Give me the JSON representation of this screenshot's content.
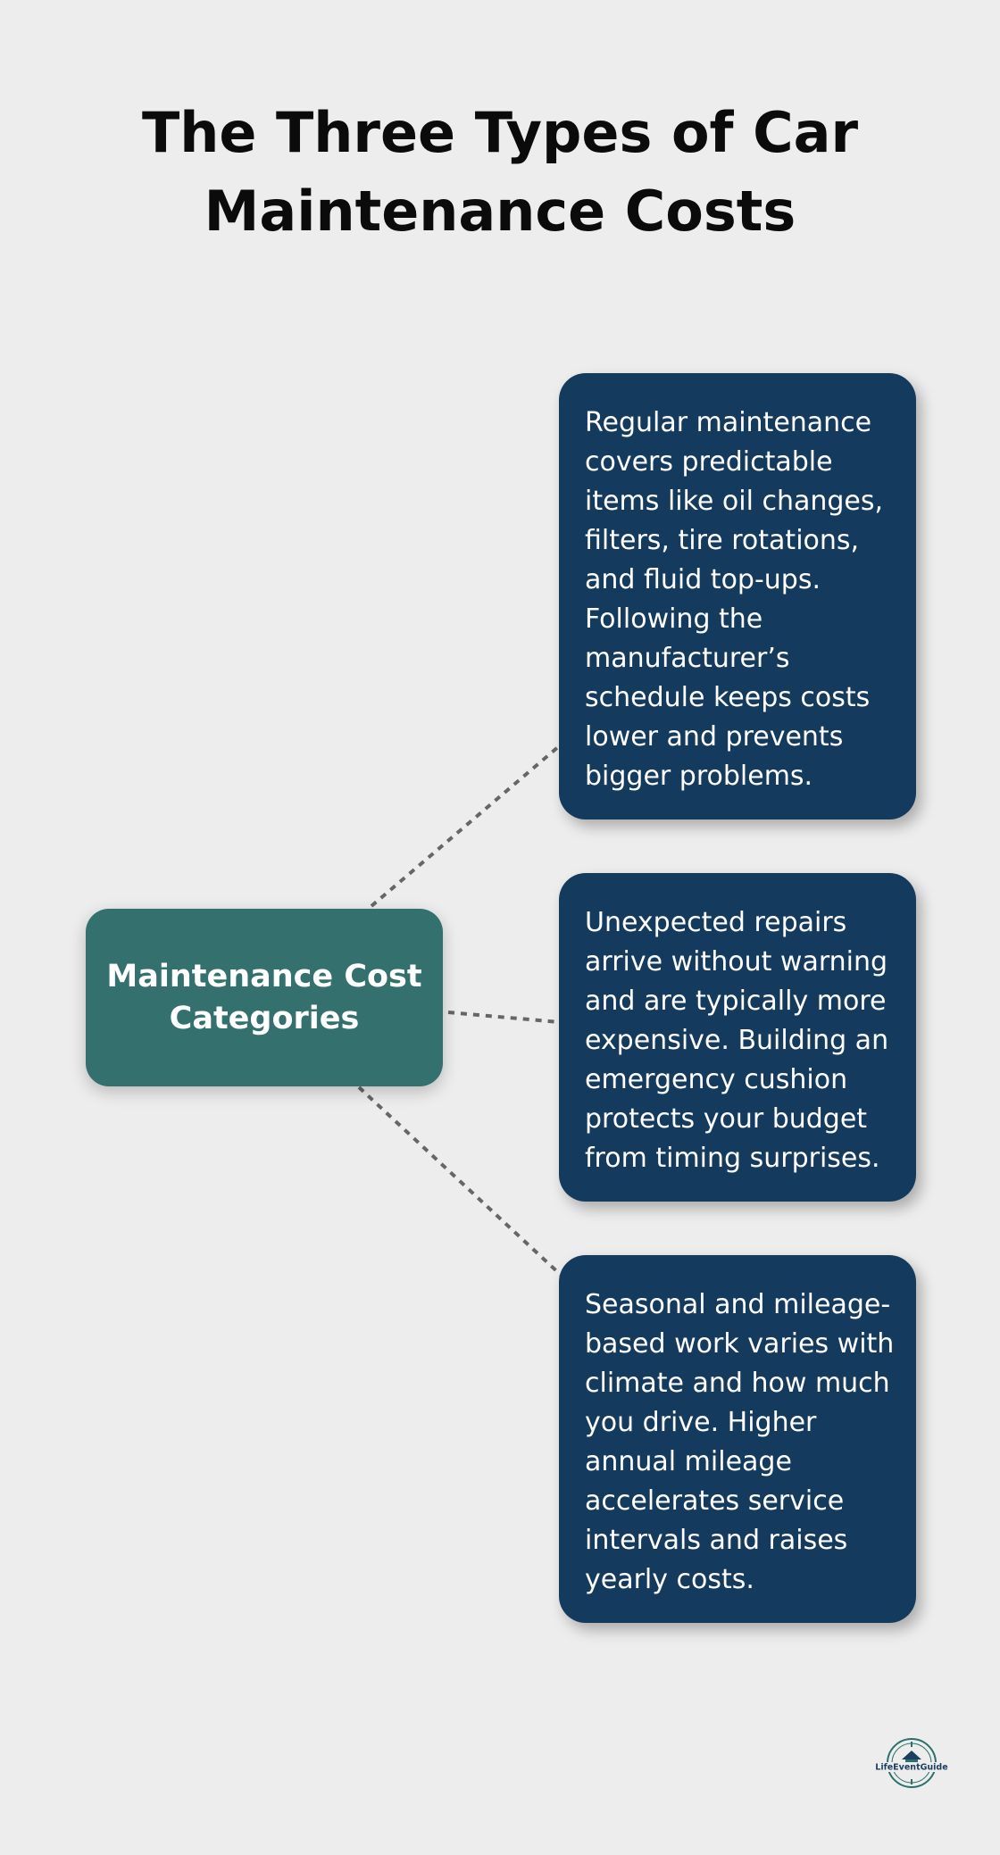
{
  "title": "The Three Types of Car Maintenance Costs",
  "center": {
    "label": "Maintenance Cost Categories"
  },
  "cards": [
    {
      "text": "Regular maintenance covers predictable items like oil changes, filters, tire rotations, and fluid top-ups. Following the manufacturer’s schedule keeps costs lower and prevents bigger problems."
    },
    {
      "text": "Unexpected repairs arrive without warning and are typically more expensive. Building an emergency cushion protects your budget from timing surprises."
    },
    {
      "text": "Seasonal and mileage-based work varies with climate and how much you drive. Higher annual mileage accelerates service intervals and raises yearly costs."
    }
  ],
  "logo": {
    "text": "LifeEventGuide"
  },
  "colors": {
    "background": "#ededed",
    "center_box": "#34706d",
    "cards": "#143a5e",
    "connector": "#666666"
  }
}
